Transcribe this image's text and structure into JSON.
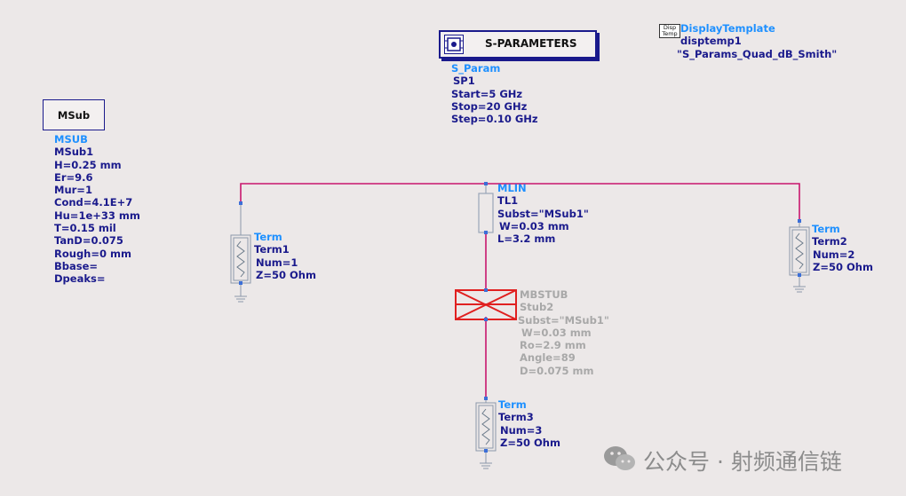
{
  "sparameters": {
    "title": "S-PARAMETERS",
    "type_label": "S_Param",
    "instance": "SP1",
    "params": [
      "Start=5 GHz",
      "Stop=20 GHz",
      "Step=0.10 GHz"
    ]
  },
  "display_template": {
    "icon_text": [
      "Disp",
      "Temp"
    ],
    "type_label": "DisplayTemplate",
    "instance": "disptemp1",
    "value": "\"S_Params_Quad_dB_Smith\""
  },
  "msub": {
    "title": "MSub",
    "type_label": "MSUB",
    "instance": "MSub1",
    "params": [
      "H=0.25 mm",
      "Er=9.6",
      "Mur=1",
      "Cond=4.1E+7",
      "Hu=1e+33 mm",
      "T=0.15 mil",
      "TanD=0.075",
      "Rough=0 mm",
      "Bbase=",
      "Dpeaks="
    ]
  },
  "mlin": {
    "type_label": "MLIN",
    "instance": "TL1",
    "params": [
      "Subst=\"MSub1\"",
      "W=0.03 mm",
      "L=3.2 mm"
    ]
  },
  "mbstub": {
    "type_label": "MBSTUB",
    "instance": "Stub2",
    "params": [
      "Subst=\"MSub1\"",
      "W=0.03 mm",
      "Ro=2.9 mm",
      "Angle=89",
      "D=0.075 mm"
    ]
  },
  "term1": {
    "type_label": "Term",
    "instance": "Term1",
    "params": [
      "Num=1",
      "Z=50 Ohm"
    ]
  },
  "term2": {
    "type_label": "Term",
    "instance": "Term2",
    "params": [
      "Num=2",
      "Z=50 Ohm"
    ]
  },
  "term3": {
    "type_label": "Term",
    "instance": "Term3",
    "params": [
      "Num=3",
      "Z=50 Ohm"
    ]
  },
  "watermark": "公众号 · 射频通信链",
  "colors": {
    "background": "#ece8e8",
    "wire": "#c8166e",
    "label_dark": "#1a1a8c",
    "label_blue": "#1e90ff",
    "stub_red": "#e02020",
    "inactive_gray": "#a8a8a8"
  }
}
